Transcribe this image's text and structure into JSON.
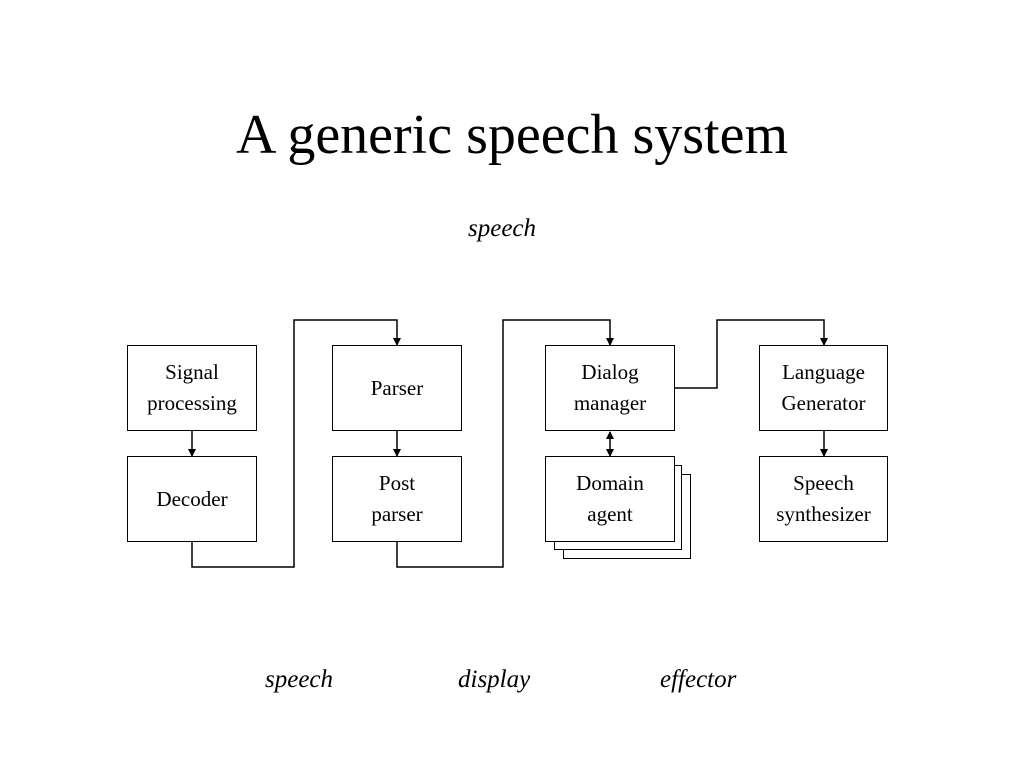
{
  "title": "A generic speech system",
  "labels": {
    "top": "speech",
    "bottom_left": "speech",
    "bottom_mid": "display",
    "bottom_right": "effector"
  },
  "boxes": {
    "signal": [
      "Signal",
      "processing"
    ],
    "decoder": [
      "Decoder"
    ],
    "parser": [
      "Parser"
    ],
    "post_parser": [
      "Post",
      "parser"
    ],
    "dialog": [
      "Dialog",
      "manager"
    ],
    "domain": [
      "Domain",
      "agent"
    ],
    "langgen": [
      "Language",
      "Generator"
    ],
    "synth": [
      "Speech",
      "synthesizer"
    ]
  }
}
